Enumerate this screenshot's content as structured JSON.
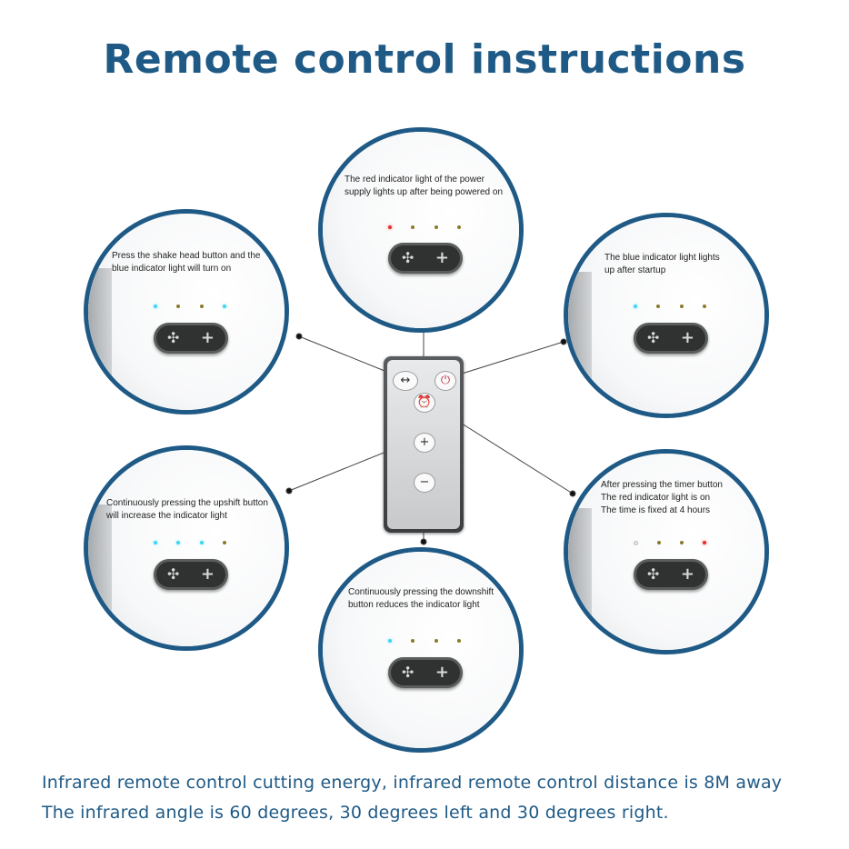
{
  "title": "Remote control instructions",
  "panels": {
    "power": {
      "caption": [
        "The red indicator light of the power",
        "supply lights up after being powered on"
      ]
    },
    "shake": {
      "caption": [
        "Press the shake head button and the",
        "blue indicator light will turn on"
      ]
    },
    "startup": {
      "caption": [
        "The blue indicator light lights",
        "up after startup"
      ]
    },
    "upshift": {
      "caption": [
        "Continuously pressing the upshift button",
        "will increase the indicator light"
      ]
    },
    "timer": {
      "caption": [
        "After pressing the timer button",
        "The red indicator light is on",
        "The time is fixed at 4 hours"
      ]
    },
    "downshift": {
      "caption": [
        "Continuously pressing the downshift",
        "button reduces the indicator light"
      ]
    }
  },
  "remote": {
    "buttons": {
      "swing": "↔",
      "power": "⏻",
      "timer": "⏰",
      "plus": "+",
      "minus": "−"
    }
  },
  "footer": {
    "line1": "Infrared remote control cutting energy, infrared remote control distance is 8M away",
    "line2": "The infrared angle is 60 degrees, 30 degrees left and 30 degrees right."
  },
  "colors": {
    "accent": "#1f5a86",
    "indicator_blue": "#3fd4f0",
    "indicator_red": "#e23030"
  }
}
